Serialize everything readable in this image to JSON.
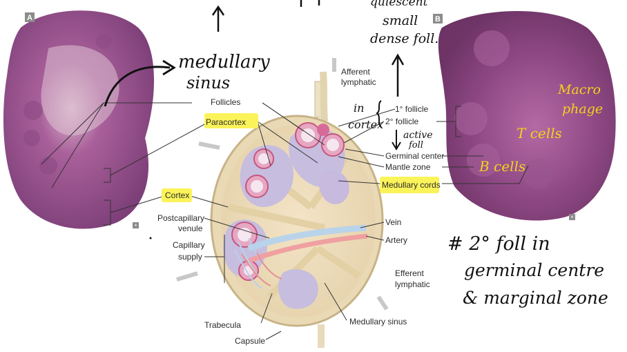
{
  "panels": {
    "left_tag": "A",
    "right_tag": "B",
    "star": "*"
  },
  "labels": {
    "follicles": "Follicles",
    "paracortex": "Paracortex",
    "cortex": "Cortex",
    "postcapillary_venule_1": "Postcapillary",
    "postcapillary_venule_2": "venule",
    "capillary_supply_1": "Capillary",
    "capillary_supply_2": "supply",
    "trabecula": "Trabecula",
    "capsule": "Capsule",
    "afferent_1": "Afferent",
    "afferent_2": "lymphatic",
    "primary_follicle": "1° follicle",
    "secondary_follicle": "2° follicle",
    "germinal_center": "Germinal center",
    "mantle_zone": "Mantle zone",
    "medullary_cords": "Medullary cords",
    "vein": "Vein",
    "artery": "Artery",
    "efferent_1": "Efferent",
    "efferent_2": "lymphatic",
    "medullary_sinus": "Medullary sinus"
  },
  "annotations": {
    "medullary_sinus_1": "medullary",
    "medullary_sinus_2": "sinus",
    "quiescent_1": "quiescent",
    "quiescent_2": "small",
    "quiescent_3": "dense foll.",
    "in_cortex_1": "in",
    "in_cortex_2": "cortex",
    "active_1": "active",
    "active_2": "foll",
    "macrophage_1": "Macro",
    "macrophage_2": "phage",
    "t_cells": "T cells",
    "b_cells": "B cells",
    "note_1": "# 2° foll in",
    "note_2": "germinal centre",
    "note_3": "& marginal zone"
  },
  "colors": {
    "highlight": "#fbf35a",
    "ink": "#111111",
    "handwriting_yellow": "#f5d21b",
    "stain": "#9b4d8e",
    "cortex_fill": "#c4b9df",
    "follicle_ring": "#d86a9a"
  }
}
